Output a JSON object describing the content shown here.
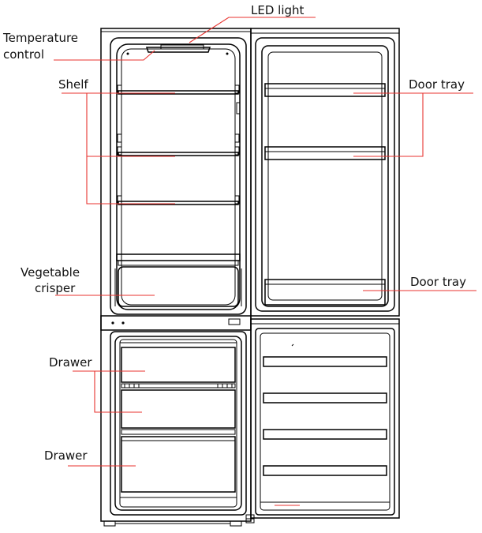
{
  "labels": {
    "led_light": "LED light",
    "temperature_control_1": "Temperature",
    "temperature_control_2": "control",
    "shelf": "Shelf",
    "vegetable_crisper_1": "Vegetable",
    "vegetable_crisper_2": "crisper",
    "drawer_upper": "Drawer",
    "drawer_lower": "Drawer",
    "door_tray_upper": "Door tray",
    "door_tray_lower": "Door tray"
  },
  "colors": {
    "outline": "#000000",
    "leader": "#e8332f",
    "text": "#111111",
    "background": "#ffffff"
  }
}
